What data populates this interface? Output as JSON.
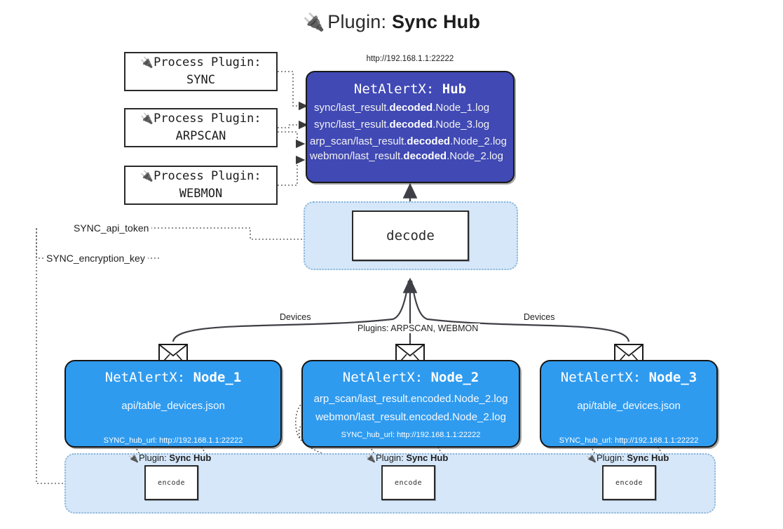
{
  "title": {
    "icon": "electric-plug-icon",
    "prefix": "Plugin:",
    "name": "Sync Hub"
  },
  "process_plugins": [
    {
      "icon": "electric-plug-icon",
      "line1": "Process Plugin:",
      "line2": "SYNC"
    },
    {
      "icon": "electric-plug-icon",
      "line1": "Process Plugin:",
      "line2": "ARPSCAN"
    },
    {
      "icon": "electric-plug-icon",
      "line1": "Process Plugin:",
      "line2": "WEBMON"
    }
  ],
  "hub": {
    "url": "http://192.168.1.1:22222",
    "title_prefix": "NetAlertX:",
    "title_name": "Hub",
    "logs": [
      {
        "pre": "sync/last_result.",
        "mid": "decoded",
        "post": ".Node_1.log"
      },
      {
        "pre": "sync/last_result.",
        "mid": "decoded",
        "post": ".Node_3.log"
      },
      {
        "pre": "arp_scan/last_result.",
        "mid": "decoded",
        "post": ".Node_2.log"
      },
      {
        "pre": "webmon/last_result.",
        "mid": "decoded",
        "post": ".Node_2.log"
      }
    ]
  },
  "decode": {
    "label": "decode"
  },
  "secrets": [
    {
      "label": "SYNC_api_token"
    },
    {
      "label": "SYNC_encryption_key"
    }
  ],
  "edge_labels": {
    "devices_left": "Devices",
    "devices_right": "Devices",
    "plugins_center": "Plugins: ARPSCAN, WEBMON"
  },
  "nodes": [
    {
      "title_prefix": "NetAlertX:",
      "title_name": "Node_1",
      "rows": [
        "api/table_devices.json"
      ],
      "hub_url_label": "SYNC_hub_url: http://192.168.1.1:22222",
      "encode": {
        "plugin_prefix": "Plugin:",
        "plugin_name": "Sync Hub",
        "label": "encode",
        "icon": "electric-plug-icon"
      },
      "envelope_icon": "envelope-icon"
    },
    {
      "title_prefix": "NetAlertX:",
      "title_name": "Node_2",
      "rows": [
        "arp_scan/last_result.encoded.Node_2.log",
        "webmon/last_result.encoded.Node_2.log"
      ],
      "hub_url_label": "SYNC_hub_url: http://192.168.1.1:22222",
      "encode": {
        "plugin_prefix": "Plugin:",
        "plugin_name": "Sync Hub",
        "label": "encode",
        "icon": "electric-plug-icon"
      },
      "envelope_icon": "envelope-icon"
    },
    {
      "title_prefix": "NetAlertX:",
      "title_name": "Node_3",
      "rows": [
        "api/table_devices.json"
      ],
      "hub_url_label": "SYNC_hub_url: http://192.168.1.1:22222",
      "encode": {
        "plugin_prefix": "Plugin:",
        "plugin_name": "Sync Hub",
        "label": "encode",
        "icon": "electric-plug-icon"
      },
      "envelope_icon": "envelope-icon"
    }
  ],
  "colors": {
    "hub": "#4049b4",
    "node": "#2f9bef",
    "container": "#d5e7f9",
    "container_border": "#8bb4d8",
    "stroke": "#3a3a3a"
  }
}
